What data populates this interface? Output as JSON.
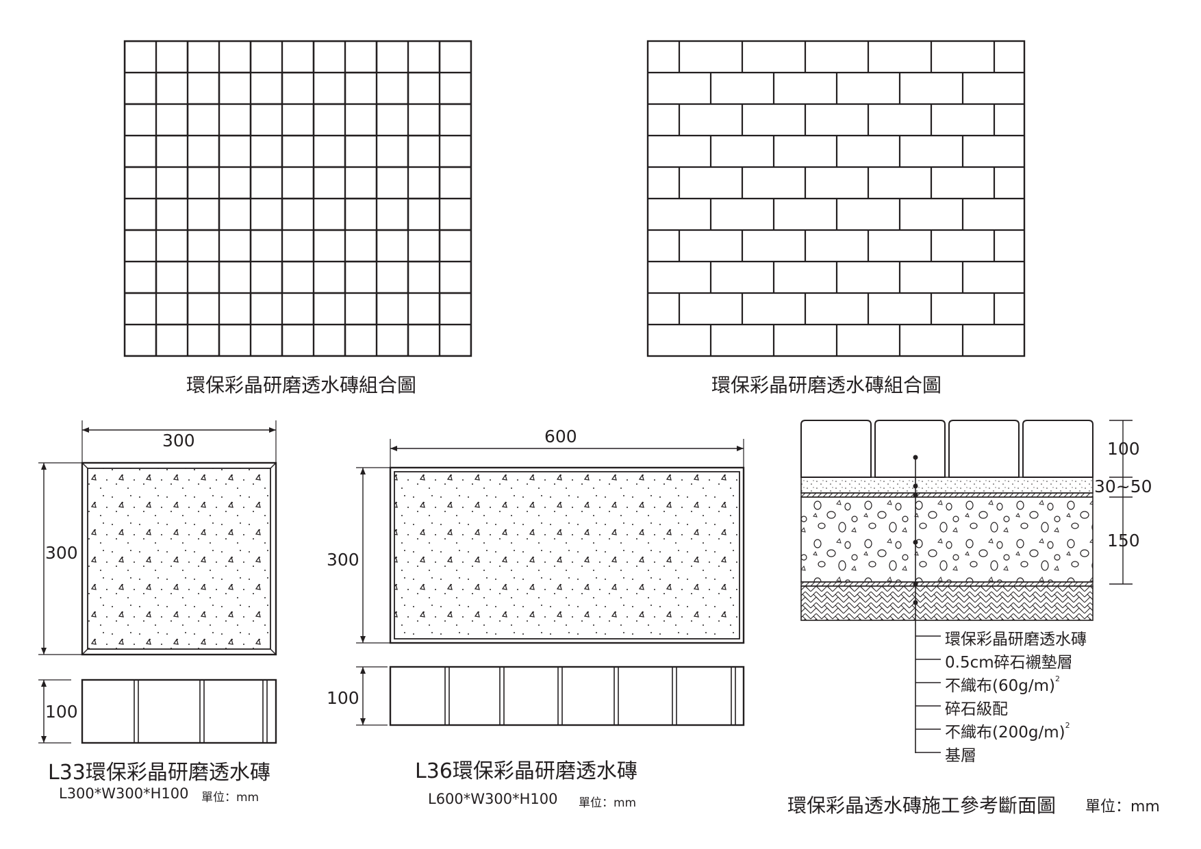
{
  "patterns": {
    "left_caption": "環保彩晶研磨透水磚組合圖",
    "right_caption": "環保彩晶研磨透水磚組合圖"
  },
  "l33": {
    "width_label": "300",
    "height_label": "300",
    "thickness_label": "100",
    "title": "L33環保彩晶研磨透水磚",
    "spec": "L300*W300*H100",
    "unit": "單位：mm"
  },
  "l36": {
    "width_label": "600",
    "height_label": "300",
    "thickness_label": "100",
    "title": "L36環保彩晶研磨透水磚",
    "spec": "L600*W300*H100",
    "unit": "單位：mm"
  },
  "section": {
    "dims": [
      "100",
      "30~50",
      "150"
    ],
    "layers": [
      "環保彩晶研磨透水磚",
      "0.5cm碎石襯墊層",
      "不織布(60g/m)",
      "碎石級配",
      "不織布(200g/m)",
      "基層"
    ],
    "superscript": "2",
    "caption": "環保彩晶透水磚施工參考斷面圖",
    "unit": "單位：mm"
  }
}
